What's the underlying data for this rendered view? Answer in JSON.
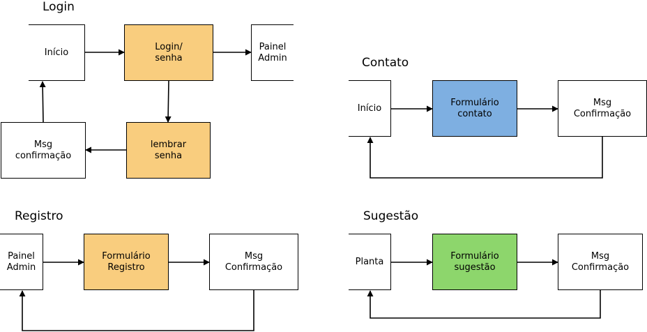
{
  "titles": {
    "login": "Login",
    "contato": "Contato",
    "registro": "Registro",
    "sugestao": "Sugestão"
  },
  "login": {
    "inicio": [
      "Início"
    ],
    "login_senha": [
      "Login/",
      "senha"
    ],
    "painel_admin": [
      "Painel",
      "Admin"
    ],
    "lembrar_senha": [
      "lembrar",
      "senha"
    ],
    "msg_confirmacao": [
      "Msg",
      "confirmação"
    ]
  },
  "contato": {
    "inicio": [
      "Início"
    ],
    "formulario": [
      "Formulário",
      "contato"
    ],
    "msg_confirmacao": [
      "Msg",
      "Confirmação"
    ]
  },
  "registro": {
    "painel_admin": [
      "Painel",
      "Admin"
    ],
    "formulario": [
      "Formulário",
      "Registro"
    ],
    "msg_confirmacao": [
      "Msg",
      "Confirmação"
    ]
  },
  "sugestao": {
    "planta": [
      "Planta"
    ],
    "formulario": [
      "Formulário",
      "sugestão"
    ],
    "msg_confirmacao": [
      "Msg",
      "Confirmação"
    ]
  },
  "colors": {
    "orange": "#f9cd7e",
    "blue": "#7eafe1",
    "green": "#8dd66c",
    "stroke": "#000000"
  }
}
